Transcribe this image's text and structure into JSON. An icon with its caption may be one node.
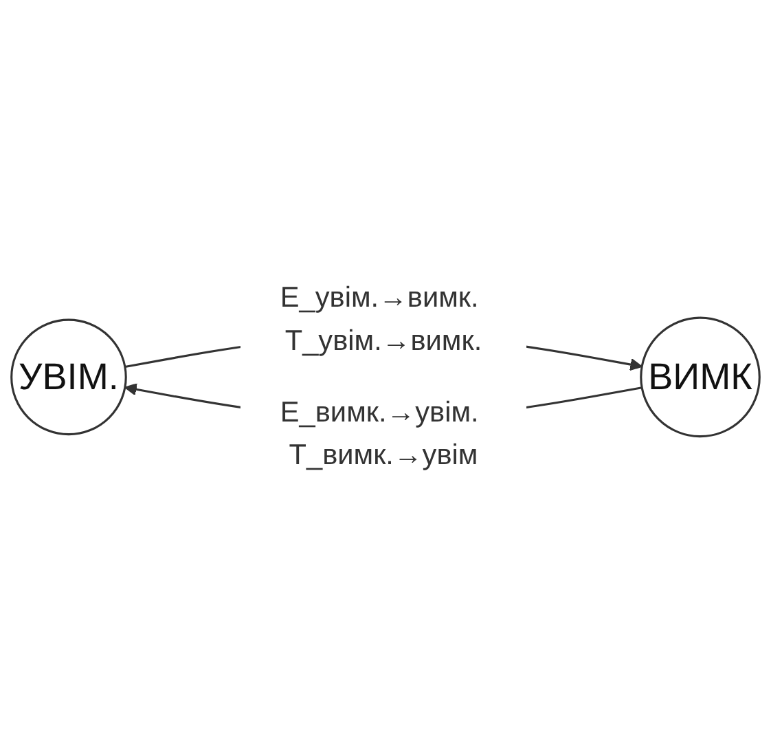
{
  "diagram": {
    "nodes": [
      {
        "text": [
          "УВІМ."
        ]
      },
      {
        "text": [
          "ВИМК"
        ]
      }
    ],
    "edges": [
      {
        "from": 0,
        "to": 1,
        "arrow": "to",
        "label": "E_увім.→вимк. T_увім.→вимк."
      },
      {
        "from": 1,
        "to": 0,
        "arrow": "to",
        "label": "E_вимк.→увім. T_вимк.→увім"
      }
    ]
  }
}
